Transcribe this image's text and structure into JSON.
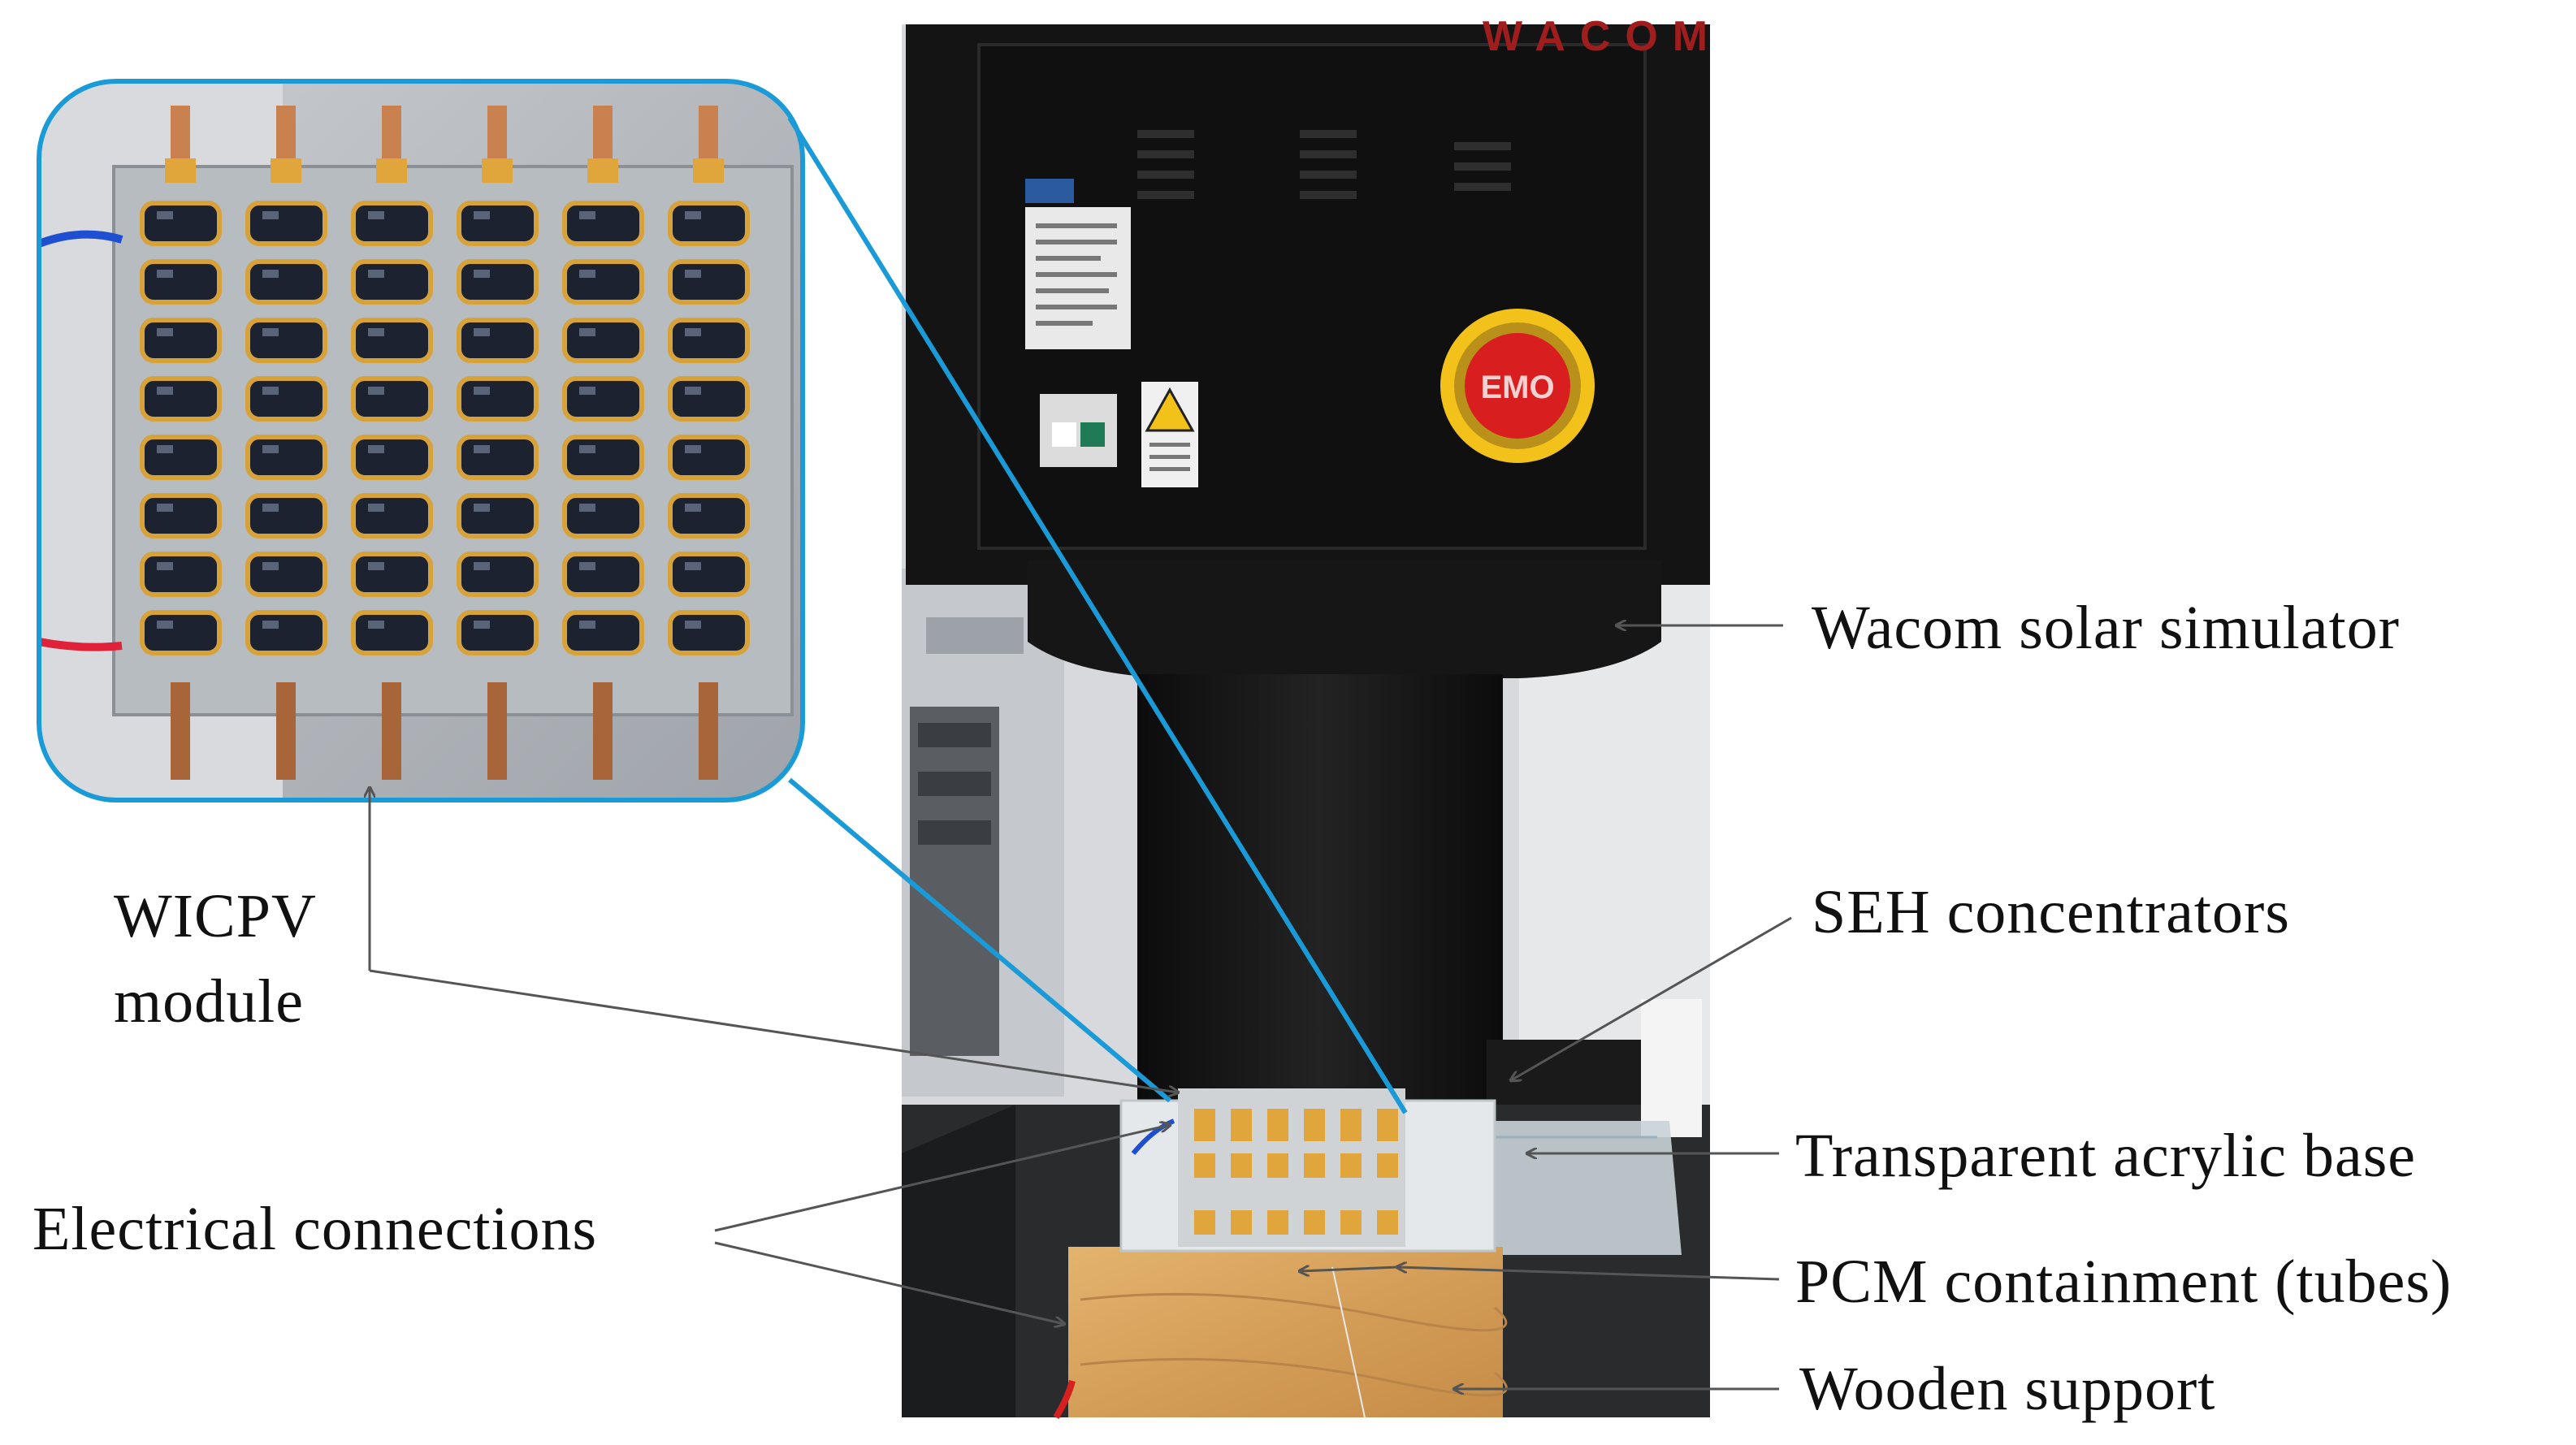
{
  "figure": {
    "photo": {
      "brand_marking": "WACOM",
      "emo_button_text": "EMO"
    },
    "labels": {
      "wacom_simulator": "Wacom solar simulator",
      "seh_concentrators": "SEH concentrators",
      "acrylic_base": "Transparent acrylic base",
      "pcm_containment": "PCM containment (tubes)",
      "wooden_support": "Wooden support",
      "electrical_connections": "Electrical connections",
      "wicpv_line1": "WICPV",
      "wicpv_line2": "module"
    },
    "colors": {
      "callout_line": "#1a9bd7",
      "annotation_arrow": "#555555",
      "simulator_body": "#141414",
      "wood": "#d9a760",
      "copper": "#c8814f",
      "emo_button": "#d81e1e",
      "emo_ring": "#f2c21b"
    }
  }
}
